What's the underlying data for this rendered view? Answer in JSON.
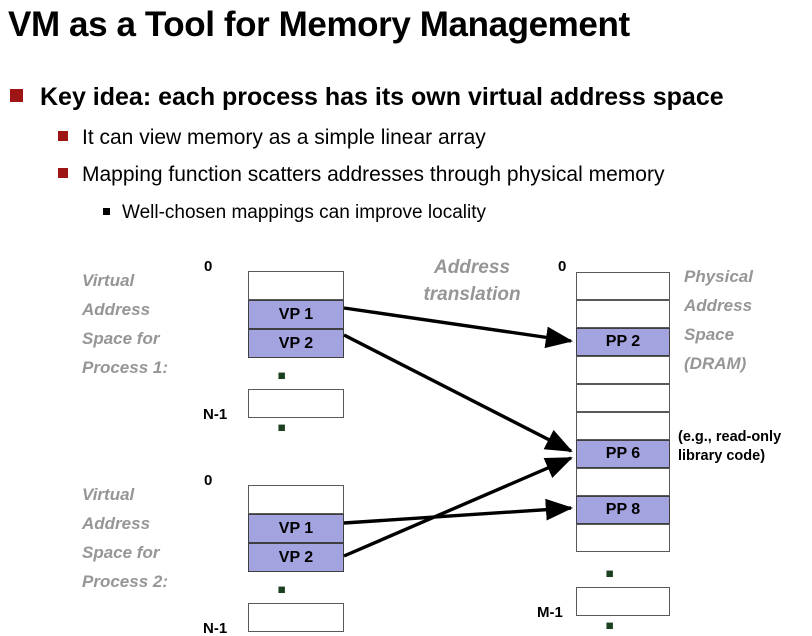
{
  "slide": {
    "title": "VM as a Tool for Memory Management",
    "bullets": [
      {
        "level": 1,
        "text": "Key idea: each process has its own virtual address space",
        "marker": "square-dark-red"
      },
      {
        "level": 2,
        "text": "It can view memory as a simple linear array",
        "marker": "square-dark-red"
      },
      {
        "level": 2,
        "text": "Mapping function scatters addresses through physical memory",
        "marker": "square-dark-red"
      },
      {
        "level": 3,
        "text": "Well-chosen mappings can improve locality",
        "marker": "square-black"
      }
    ]
  },
  "diagram": {
    "translation_label_line1": "Address",
    "translation_label_line2": "translation",
    "readonly_note": "(e.g., read-only library code)",
    "ellipsis": "▪ ▪ ▪",
    "virtual_spaces": [
      {
        "label_lines": [
          "Virtual",
          "Address",
          "Space for",
          "Process 1:"
        ],
        "top_index": "0",
        "bottom_index": "N-1",
        "pages": [
          "",
          "VP 1",
          "VP 2"
        ],
        "filled": [
          false,
          true,
          true
        ],
        "tail_page": ""
      },
      {
        "label_lines": [
          "Virtual",
          "Address",
          "Space for",
          "Process 2:"
        ],
        "top_index": "0",
        "bottom_index": "N-1",
        "pages": [
          "",
          "VP 1",
          "VP 2"
        ],
        "filled": [
          false,
          true,
          true
        ],
        "tail_page": ""
      }
    ],
    "physical_space": {
      "label_lines": [
        "Physical",
        "Address",
        "Space",
        "(DRAM)"
      ],
      "top_index": "0",
      "bottom_index": "M-1",
      "frames": [
        "",
        "",
        "PP 2",
        "",
        "",
        "",
        "PP 6",
        "",
        "PP 8"
      ],
      "filled": [
        false,
        false,
        true,
        false,
        false,
        false,
        true,
        false,
        true
      ],
      "tail_frame": ""
    },
    "mappings": [
      {
        "from": "P1 VP 1",
        "to": "PP 2"
      },
      {
        "from": "P1 VP 2",
        "to": "PP 6"
      },
      {
        "from": "P2 VP 1",
        "to": "PP 8"
      },
      {
        "from": "P2 VP 2",
        "to": "PP 6"
      }
    ]
  },
  "colors": {
    "bullet_red": "#9E1515",
    "page_fill": "#A3A3E0",
    "gray_label": "#969696",
    "ellipsis_green": "#1A4020",
    "cell_border": "#595959",
    "text": "#000000"
  }
}
